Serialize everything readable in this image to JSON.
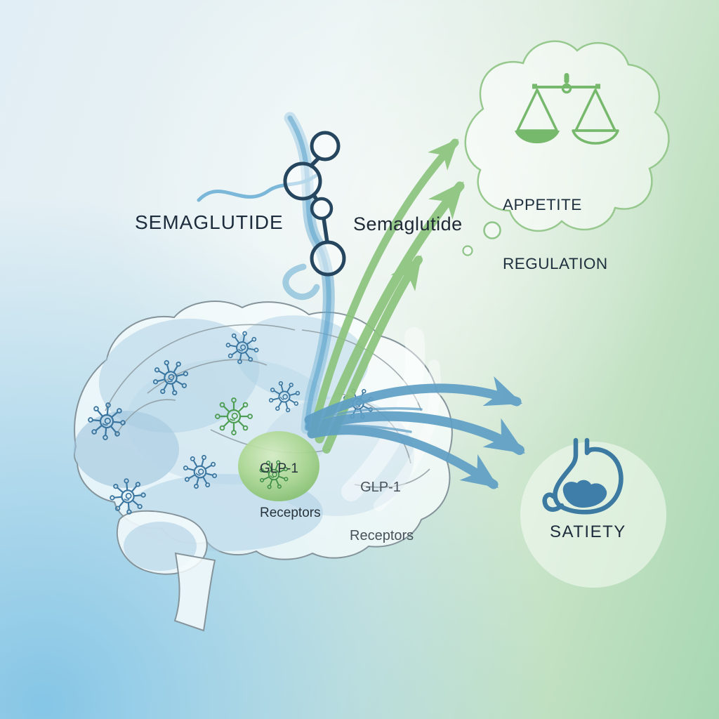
{
  "diagram": {
    "subject": "Semaglutide mechanism of action on the brain",
    "labels": {
      "drug_left": "SEMAGLUTIDE",
      "drug_mid": "Semaglutide",
      "appetite_line1": "APPETITE",
      "appetite_line2": "REGULATION",
      "glp1_blob_line1": "GLP-1",
      "glp1_blob_line2": "Receptors",
      "glp1_right_line1": "GLP-1",
      "glp1_right_line2": "Receptors",
      "satiety": "SATIETY"
    },
    "icons": [
      "brain-illustration",
      "molecule-icon",
      "neuron-icon",
      "glp1-receptor-blob",
      "thought-bubble",
      "balance-scale-icon",
      "stomach-icon",
      "appetite-arrows-green",
      "satiety-arrows-blue",
      "ribbon-wave"
    ],
    "colors": {
      "text_dark": "#1c2c3c",
      "green_accent": "#8cc47e",
      "green_outline": "#97c98f",
      "blue_arrow": "#5f9fc5",
      "molecule_stroke": "#25465e",
      "neuron_blue": "#3a76a0",
      "neuron_green": "#4e9e55",
      "stomach_blue": "#3c7aa2",
      "bg_blue": "#93cbe4",
      "bg_green": "#a8d8b4"
    }
  }
}
